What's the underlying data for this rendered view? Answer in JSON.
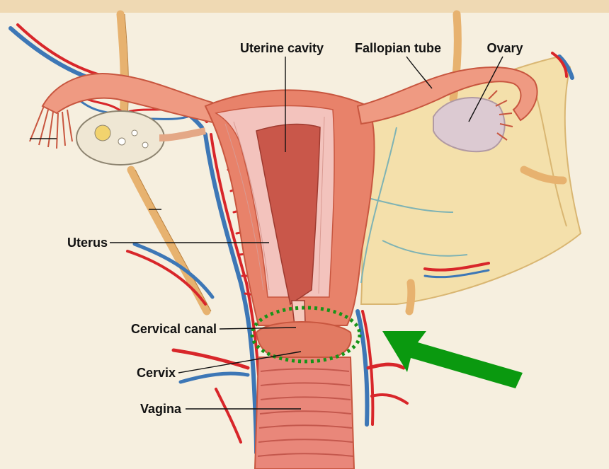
{
  "labels": {
    "uterine_cavity": "Uterine cavity",
    "fallopian_tube": "Fallopian tube",
    "ovary": "Ovary",
    "uterus": "Uterus",
    "cervical_canal": "Cervical canal",
    "cervix": "Cervix",
    "vagina": "Vagina"
  },
  "colors": {
    "background": "#f6efdf",
    "uterus_tissue": "#e8826a",
    "uterus_outline": "#c8563f",
    "myometrium": "#f3c3bd",
    "cavity": "#c9574a",
    "broad_ligament": "#f4e0ab",
    "ureter": "#e7b26f",
    "artery": "#d8262a",
    "vein": "#3d77b6",
    "ovary": "#d9c8cf",
    "highlight": "#179418",
    "arrow": "#0a990f"
  },
  "annotation": {
    "highlight_shape": "dotted-ellipse",
    "highlight_target": "cervical canal",
    "arrow_direction": "pointing up-left toward highlight"
  }
}
